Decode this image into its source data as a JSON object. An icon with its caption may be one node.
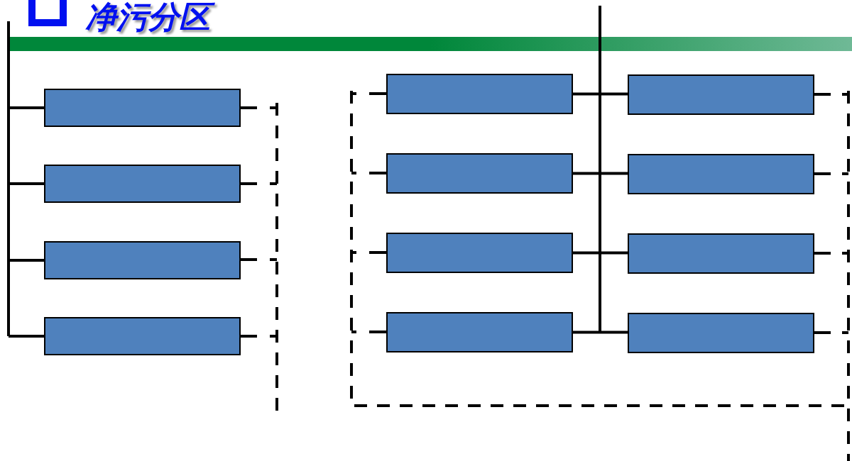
{
  "diagram": {
    "title": "净污分区",
    "nodes": [
      {
        "text": [],
        "shape": "box"
      },
      {
        "text": [],
        "shape": "box"
      },
      {
        "text": [],
        "shape": "box"
      },
      {
        "text": [],
        "shape": "box"
      },
      {
        "text": [],
        "shape": "box"
      },
      {
        "text": [],
        "shape": "box"
      },
      {
        "text": [],
        "shape": "box"
      },
      {
        "text": [],
        "shape": "box"
      },
      {
        "text": [],
        "shape": "box"
      },
      {
        "text": [],
        "shape": "box"
      },
      {
        "text": [],
        "shape": "box"
      },
      {
        "text": [],
        "shape": "box"
      }
    ],
    "edges": [
      {
        "from": null,
        "to": 0,
        "arrow": "none"
      },
      {
        "from": null,
        "to": 1,
        "arrow": "none"
      },
      {
        "from": null,
        "to": 2,
        "arrow": "none"
      },
      {
        "from": null,
        "to": 3,
        "arrow": "none"
      },
      {
        "from": 4,
        "to": 5,
        "arrow": "none"
      },
      {
        "from": 6,
        "to": 7,
        "arrow": "none"
      },
      {
        "from": 8,
        "to": 9,
        "arrow": "none"
      },
      {
        "from": 10,
        "to": 11,
        "arrow": "none"
      }
    ]
  }
}
